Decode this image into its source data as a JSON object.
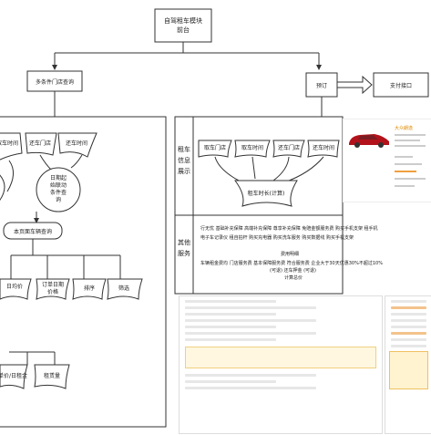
{
  "nodes": {
    "platform": [
      "自驾租车模块",
      "前台"
    ],
    "multi_store": "多条件门店查询",
    "booking": "预订",
    "payment": "支付接口",
    "pickup_time": "取车时间",
    "pickup_store": "还车门店",
    "return_store": "还车时间",
    "linkage": [
      "日期起",
      "始联动",
      "条件查",
      "询"
    ],
    "store_query": "本页面车辆查询",
    "rental_info_label": [
      "租车",
      "信息",
      "展示"
    ],
    "info_pickup_store": "取车门店",
    "info_pickup_time": "取车时间",
    "info_return_store": "还车门店",
    "info_return_time": "还车时间",
    "rental_duration": "租车时长(计算)",
    "other_services_label": [
      "其他",
      "服务"
    ],
    "services_text": [
      "行无忧  基础补充保障  高端补充保障  尊享补充保障  免赔金额服务费  购买手机支架  租手机",
      "电子车记录仪  租自拍杆  购买充电器  购买洗车服务  购买数据线  购买手机支架"
    ],
    "fee_lines": [
      "费用明细",
      "车辆租金费均 门店服务费  基本保障服务费  符合服务费  企业大于30天优惠30%不超过10%",
      "(可退)    还车押金      (可退)",
      "计算总价"
    ],
    "daily_price": "日均价",
    "sort": "排序",
    "filter": "筛选",
    "list_order": [
      "订单日期",
      "价格"
    ],
    "bottom_left": "单价/日租金",
    "bottom_right": "租赁量"
  },
  "car_card": {
    "title": "大众朗逸",
    "accent": "#e08a00",
    "car_color": "#b3121b"
  }
}
